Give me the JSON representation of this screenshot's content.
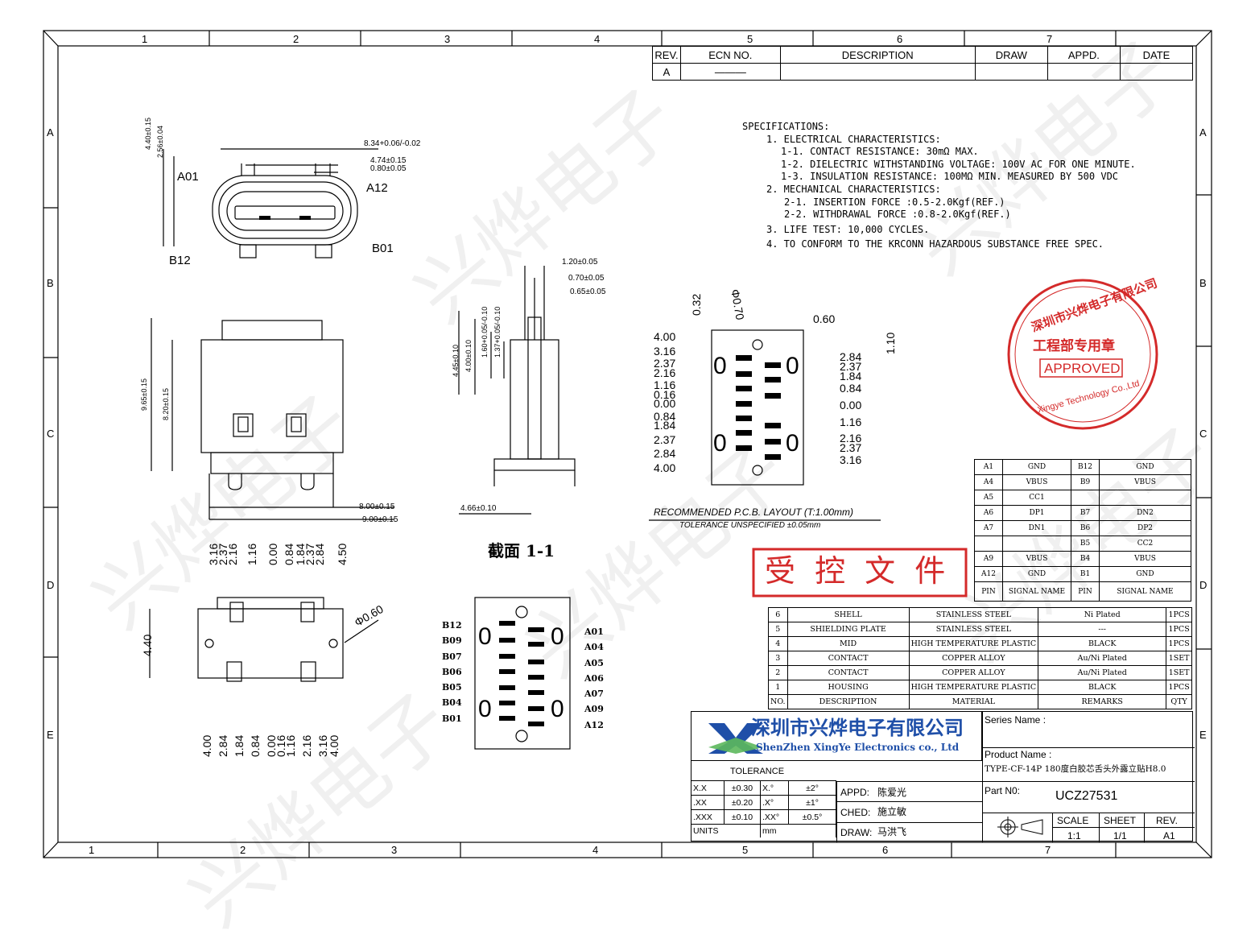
{
  "frame": {
    "col_numbers_top": [
      "1",
      "2",
      "3",
      "4",
      "5",
      "6",
      "7"
    ],
    "col_numbers_bottom": [
      "1",
      "2",
      "3",
      "4",
      "5",
      "6",
      "7"
    ],
    "row_letters": [
      "A",
      "B",
      "C",
      "D",
      "E"
    ]
  },
  "revision_table": {
    "headers": [
      "REV.",
      "ECN NO.",
      "DESCRIPTION",
      "DRAW",
      "APPD.",
      "DATE"
    ],
    "row": [
      "A",
      "———",
      "",
      "",
      "",
      ""
    ]
  },
  "specifications": {
    "title": "SPECIFICATIONS:",
    "lines": [
      "1. ELECTRICAL CHARACTERISTICS:",
      "1-1. CONTACT RESISTANCE: 30mΩ MAX.",
      "1-2. DIELECTRIC WITHSTANDING VOLTAGE: 100V AC FOR ONE MINUTE.",
      "1-3. INSULATION RESISTANCE: 100MΩ MIN. MEASURED BY 500 VDC",
      "2. MECHANICAL CHARACTERISTICS:",
      "2-1. INSERTION FORCE :0.5-2.0Kgf(REF.)",
      "2-2. WITHDRAWAL FORCE :0.8-2.0Kgf(REF.)",
      "3. LIFE TEST: 10,000 CYCLES.",
      "4. TO CONFORM TO THE KRCONN HAZARDOUS SUBSTANCE FREE SPEC."
    ]
  },
  "front_view": {
    "labels": [
      "A01",
      "A12",
      "B12",
      "B01"
    ],
    "dims": [
      "4.40±0.15",
      "2.56±0.04",
      "8.34+0.06/-0.02",
      "4.74±0.15",
      "0.80±0.05"
    ]
  },
  "side_view": {
    "dims": [
      "9.65±0.15",
      "8.20±0.15",
      "8.00±0.15",
      "9.00±0.15"
    ]
  },
  "section_view": {
    "dims": [
      "1.20±0.05",
      "0.70±0.05",
      "0.65±0.05",
      "4.45±0.10",
      "4.00±0.10",
      "1.60+0.05/-0.10",
      "1.37+0.05/-0.10",
      "4.66±0.10"
    ],
    "caption": "截面 1-1"
  },
  "bottom_view": {
    "top_dims": [
      "3.16",
      "2.37",
      "2.16",
      "1.16",
      "0.00",
      "0.84",
      "1.84",
      "2.37",
      "2.84",
      "4.50"
    ],
    "bottom_dims": [
      "4.00",
      "2.84",
      "1.84",
      "0.84",
      "0.00",
      "0.16",
      "1.16",
      "2.16",
      "3.16",
      "4.00"
    ],
    "height_dim": "4.40",
    "hole_dim": "Φ0.60"
  },
  "pin_view": {
    "left_labels": [
      "B12",
      "B09",
      "B07",
      "B06",
      "B05",
      "B04",
      "B01"
    ],
    "right_labels": [
      "A01",
      "A04",
      "A05",
      "A06",
      "A07",
      "A09",
      "A12"
    ]
  },
  "pcb_layout": {
    "left_dims": [
      "4.00",
      "3.16",
      "2.37",
      "2.16",
      "1.16",
      "0.16",
      "0.00",
      "0.84",
      "1.84",
      "2.37",
      "2.84",
      "4.00"
    ],
    "right_dims": [
      "2.84",
      "2.37",
      "1.84",
      "0.84",
      "0.00",
      "1.16",
      "2.16",
      "2.37",
      "3.16"
    ],
    "top_dims": [
      "0.32",
      "Φ0.70",
      "0.60",
      "1.10"
    ],
    "title": "RECOMMENDED P.C.B. LAYOUT (T:1.00mm)",
    "tolerance": "TOLERANCE UNSPECIFIED ±0.05mm"
  },
  "stamp": {
    "top_text": "深圳市兴烨电子有限公司",
    "middle_text": "工程部专用章",
    "approved": "APPROVED",
    "english": "Xingye Technology Co.,Ltd",
    "color": "#d42a2a"
  },
  "controlled_doc": {
    "text": "受 控 文 件",
    "color": "#d42a2a"
  },
  "pin_table": {
    "rows": [
      [
        "A1",
        "GND",
        "B12",
        "GND"
      ],
      [
        "A4",
        "VBUS",
        "B9",
        "VBUS"
      ],
      [
        "A5",
        "CC1",
        "",
        ""
      ],
      [
        "A6",
        "DP1",
        "B7",
        "DN2"
      ],
      [
        "A7",
        "DN1",
        "B6",
        "DP2"
      ],
      [
        "",
        "",
        "B5",
        "CC2"
      ],
      [
        "A9",
        "VBUS",
        "B4",
        "VBUS"
      ],
      [
        "A12",
        "GND",
        "B1",
        "GND"
      ],
      [
        "PIN",
        "SIGNAL NAME",
        "PIN",
        "SIGNAL NAME"
      ]
    ]
  },
  "bom_table": {
    "rows": [
      [
        "6",
        "SHELL",
        "STAINLESS STEEL",
        "Ni Plated",
        "1PCS"
      ],
      [
        "5",
        "SHIELDING PLATE",
        "STAINLESS STEEL",
        "---",
        "1PCS"
      ],
      [
        "4",
        "MID",
        "HIGH TEMPERATURE PLASTIC",
        "BLACK",
        "1PCS"
      ],
      [
        "3",
        "CONTACT",
        "COPPER ALLOY",
        "Au/Ni Plated",
        "1SET"
      ],
      [
        "2",
        "CONTACT",
        "COPPER ALLOY",
        "Au/Ni Plated",
        "1SET"
      ],
      [
        "1",
        "HOUSING",
        "HIGH TEMPERATURE PLASTIC",
        "BLACK",
        "1PCS"
      ],
      [
        "NO.",
        "DESCRIPTION",
        "MATERIAL",
        "REMARKS",
        "QTY"
      ]
    ]
  },
  "title_block": {
    "company_cn": "深圳市兴烨电子有限公司",
    "company_en": "ShenZhen XingYe Electronics co., Ltd",
    "logo_color": "#1f4fa8",
    "logo_accent": "#5cb85c",
    "tolerance_label": "TOLERANCE",
    "tolerances": [
      [
        "X.X",
        "±0.30",
        "X.°",
        "±2°"
      ],
      [
        ".XX",
        "±0.20",
        ".X°",
        "±1°"
      ],
      [
        ".XXX",
        "±0.10",
        ".XX°",
        "±0.5°"
      ]
    ],
    "units_label": "UNITS",
    "units_value": "mm",
    "appd": "APPD:",
    "appd_name": "陈爱光",
    "ched": "CHED:",
    "ched_name": "施立敏",
    "draw": "DRAW:",
    "draw_name": "马洪飞",
    "series_label": "Series Name :",
    "product_label": "Product Name :",
    "product_value": "TYPE-CF-14P 180度白胶芯舌头外露立贴H8.0",
    "part_label": "Part N0:",
    "part_value": "UCZ27531",
    "scale_label": "SCALE",
    "sheet_label": "SHEET",
    "rev_label": "REV.",
    "scale_value": "1:1",
    "sheet_value": "1/1",
    "rev_value": "A1"
  },
  "watermark": "兴烨电子"
}
